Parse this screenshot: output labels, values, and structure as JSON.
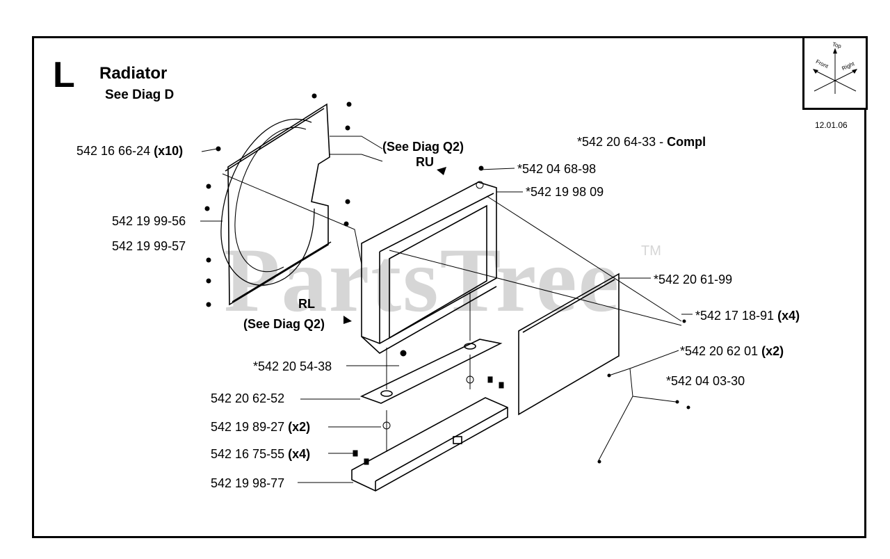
{
  "header": {
    "section_letter": "L",
    "title": "Radiator",
    "subtitle": "See Diag D",
    "date_code": "12.01.06"
  },
  "orientation": {
    "top": "Top",
    "front": "Front",
    "right": "Right"
  },
  "watermark": {
    "text": "PartsTree",
    "trademark": "TM"
  },
  "annotations": {
    "see_diag_q2_upper": "(See Diag Q2)",
    "ru": "RU",
    "rl": "RL",
    "see_diag_q2_lower": "(See Diag Q2)"
  },
  "parts": [
    {
      "number": "542 16 66-24",
      "qty": "(x10)"
    },
    {
      "number": "542 19 99-56",
      "qty": ""
    },
    {
      "number": "542 19 99-57",
      "qty": ""
    },
    {
      "number": "*542 20 64-33 -",
      "qty": "Compl"
    },
    {
      "number": "*542 04 68-98",
      "qty": ""
    },
    {
      "number": "*542 19 98 09",
      "qty": ""
    },
    {
      "number": "*542 20 61-99",
      "qty": ""
    },
    {
      "number": "*542 17 18-91",
      "qty": "(x4)"
    },
    {
      "number": "*542 20 62 01",
      "qty": "(x2)"
    },
    {
      "number": "*542 04 03-30",
      "qty": ""
    },
    {
      "number": "*542 20 54-38",
      "qty": ""
    },
    {
      "number": "542 20 62-52",
      "qty": ""
    },
    {
      "number": "542 19 89-27",
      "qty": "(x2)"
    },
    {
      "number": "542 16 75-55",
      "qty": "(x4)"
    },
    {
      "number": "542 19 98-77",
      "qty": ""
    }
  ]
}
